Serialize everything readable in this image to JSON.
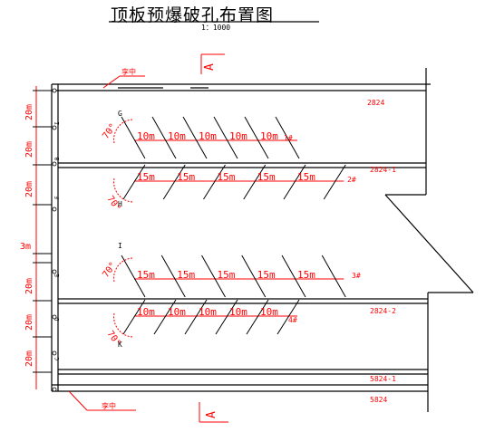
{
  "title": "顶板预爆破孔布置图",
  "scale": "1：1000",
  "section_marks": {
    "top": "A",
    "bottom": "A"
  },
  "roads": [
    {
      "label": "2824"
    },
    {
      "label": "2824-1"
    },
    {
      "label": "2824-2"
    },
    {
      "label": "5824-1"
    },
    {
      "label": "5824"
    }
  ],
  "left_dimensions": [
    "20m",
    "20m",
    "20m",
    "3m",
    "20m",
    "20m",
    "20m"
  ],
  "side_points": [
    "I",
    "B",
    "F",
    "E",
    "D",
    "C"
  ],
  "hole_groups": [
    {
      "id": "1#",
      "angle_label": "70°",
      "spacing_label": "10m",
      "spacings": [
        10,
        10,
        10,
        10,
        10
      ],
      "end_label": "G"
    },
    {
      "id": "2#",
      "angle_label": "70°",
      "spacing_label": "15m",
      "spacings": [
        15,
        15,
        15,
        15,
        15
      ],
      "end_label": "H"
    },
    {
      "id": "3#",
      "angle_label": "70°",
      "spacing_label": "15m",
      "spacings": [
        15,
        15,
        15,
        15,
        15
      ],
      "end_label": "I"
    },
    {
      "id": "4#",
      "angle_label": "70°",
      "spacing_label": "10m",
      "spacings": [
        10,
        10,
        10,
        10,
        10
      ],
      "end_label": "K"
    }
  ],
  "callouts": [
    "孪中",
    "孪中"
  ],
  "colors": {
    "line": "#000000",
    "annotation": "#ff0000"
  }
}
